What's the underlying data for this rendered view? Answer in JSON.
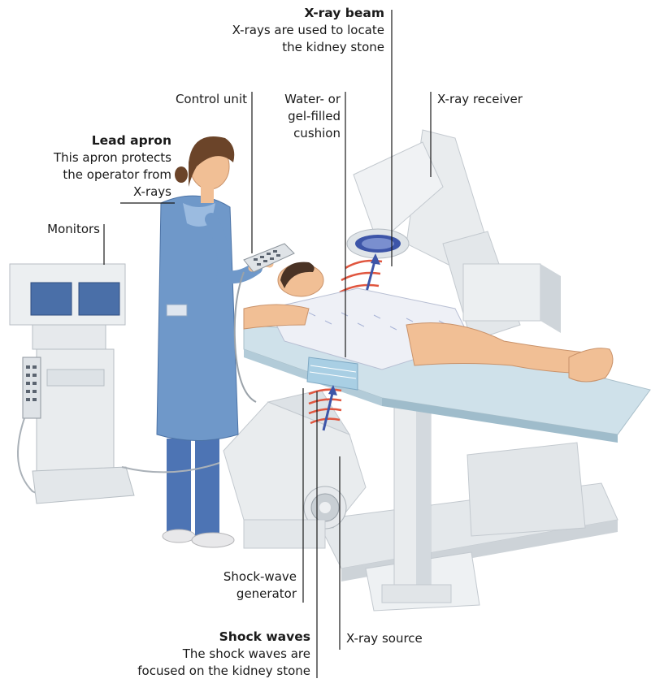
{
  "labels": {
    "xray_beam": {
      "title": "X-ray beam",
      "line1": "X-rays are used to locate",
      "line2": "the kidney stone"
    },
    "control_unit": "Control unit",
    "cushion": {
      "line1": "Water- or",
      "line2": "gel-filled",
      "line3": "cushion"
    },
    "xray_receiver": "X-ray receiver",
    "lead_apron": {
      "title": "Lead apron",
      "line1": "This apron protects",
      "line2": "the operator from",
      "line3": "X-rays"
    },
    "monitors": "Monitors",
    "shockwave_generator": {
      "line1": "Shock-wave",
      "line2": "generator"
    },
    "shock_waves": {
      "title": "Shock waves",
      "line1": "The shock waves are",
      "line2": "focused on the kidney stone"
    },
    "xray_source": "X-ray source"
  },
  "colors": {
    "machine": "#e9ecee",
    "machine_shadow": "#c3c9cf",
    "apron": "#6f98c9",
    "scrubs": "#4d74b4",
    "gown": "#eef0f6",
    "skin": "#f1bf95",
    "hair": "#6b4429",
    "table_glass": "#bcd6e3",
    "screen": "#4a6fa8",
    "beam_red": "#e0563f",
    "beam_blue": "#3d55a8"
  }
}
